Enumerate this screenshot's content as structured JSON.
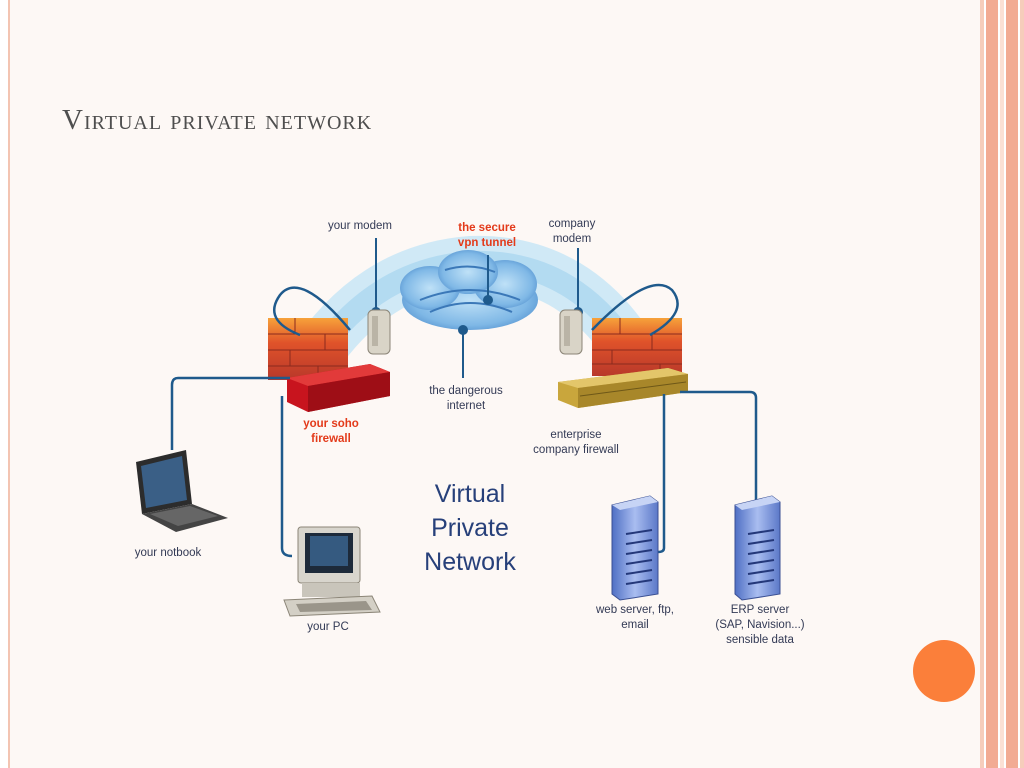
{
  "slide": {
    "title": "Virtual private network"
  },
  "diagram": {
    "labels": {
      "your_modem": "your modem",
      "secure_tunnel": [
        "the secure",
        "vpn tunnel"
      ],
      "company_modem": [
        "company",
        "modem"
      ],
      "dangerous_internet": [
        "the dangerous",
        "internet"
      ],
      "soho_firewall": [
        "your soho",
        "firewall"
      ],
      "enterprise_firewall": [
        "enterprise",
        "company firewall"
      ],
      "notebook": "your notbook",
      "pc": "your PC",
      "web_server": [
        "web server, ftp,",
        "email"
      ],
      "erp_server": [
        "ERP server",
        "(SAP, Navision...)",
        "sensible data"
      ]
    },
    "center_text": [
      "Virtual",
      "Private",
      "Network"
    ]
  },
  "colors": {
    "title": "#4e4e4e",
    "accent_circle": "#fb7f3a",
    "stripe": "#f2ab93",
    "cable": "#1f5a8c",
    "red_label": "#e33a1a",
    "center_text": "#27407a"
  }
}
